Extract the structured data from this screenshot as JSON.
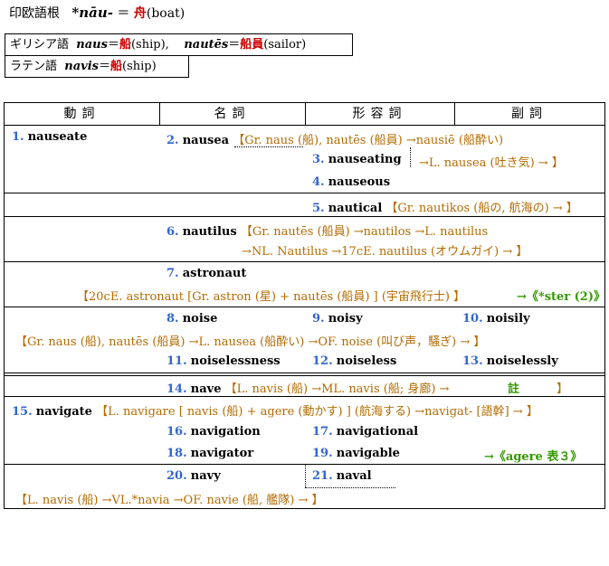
{
  "header": {
    "prefix": "印欧語根",
    "root": "*nāu-",
    "eq": "＝",
    "kanji": "舟",
    "gloss": "(boat)"
  },
  "greek_box": {
    "label": "ギリシア語",
    "w1": "naus",
    "eq1": "＝",
    "k1": "船",
    "g1": "(ship),",
    "w2": "nautēs",
    "eq2": "＝",
    "k2": "船員",
    "g2": "(sailor)"
  },
  "latin_box": {
    "label": "ラテン語",
    "w1": "navis",
    "eq1": "＝",
    "k1": "船",
    "g1": "(ship)"
  },
  "table": {
    "headers": [
      "動詞",
      "名詞",
      "形容詞",
      "副詞"
    ],
    "r1": {
      "n1": "1.",
      "w1": "nauseate",
      "n2": "2.",
      "w2": "nausea",
      "e2": "【Gr. naus (船), nautēs (船員) →nausiē (船酔い)",
      "n3": "3.",
      "w3": "nauseating",
      "e3": "→L. nausea (吐き気) → 】",
      "n4": "4.",
      "w4": "nauseous"
    },
    "r2": {
      "n5": "5.",
      "w5": "nautical",
      "e5": "【Gr. nautikos (船の, 航海の) → 】"
    },
    "r3": {
      "n6": "6.",
      "w6": "nautilus",
      "e6a": "【Gr. nautēs (船員) →nautilos →L. nautilus",
      "e6b": "→NL. Nautilus →17cE. nautilus (オウムガイ) → 】"
    },
    "r4": {
      "n7": "7.",
      "w7": "astronaut",
      "e7": "【20cE. astronaut [Gr. astron (星) + nautēs (船員) ] (宇宙飛行士) 】",
      "x7": "→《*ster (2)》"
    },
    "r5": {
      "n8": "8.",
      "w8": "noise",
      "n9": "9.",
      "w9": "noisy",
      "n10": "10.",
      "w10": "noisily",
      "e8": "【Gr. naus (船), nautēs (船員) →L. nausea (船酔い) →OF. noise (叫び声，騒ぎ) → 】",
      "n11": "11.",
      "w11": "noiselessness",
      "n12": "12.",
      "w12": "noiseless",
      "n13": "13.",
      "w13": "noiselessly"
    },
    "r6": {
      "n14": "14.",
      "w14": "nave",
      "e14": "【L. navis (船) →ML. navis (船; 身廊) →",
      "note": "註",
      "e14b": "】"
    },
    "r7": {
      "n15": "15.",
      "w15": "navigate",
      "e15": "【L. navigare [ navis (船) + agere (動かす) ] (航海する) →navigat- [語幹] → 】",
      "n16": "16.",
      "w16": "navigation",
      "n17": "17.",
      "w17": "navigational",
      "n18": "18.",
      "w18": "navigator",
      "n19": "19.",
      "w19": "navigable",
      "x19": "→《agere 表３》"
    },
    "r8": {
      "n20": "20.",
      "w20": "navy",
      "n21": "21.",
      "w21": "naval",
      "e20": "【L. navis (船) →VL.*navia →OF. navie (船, 艦隊) → 】"
    }
  }
}
